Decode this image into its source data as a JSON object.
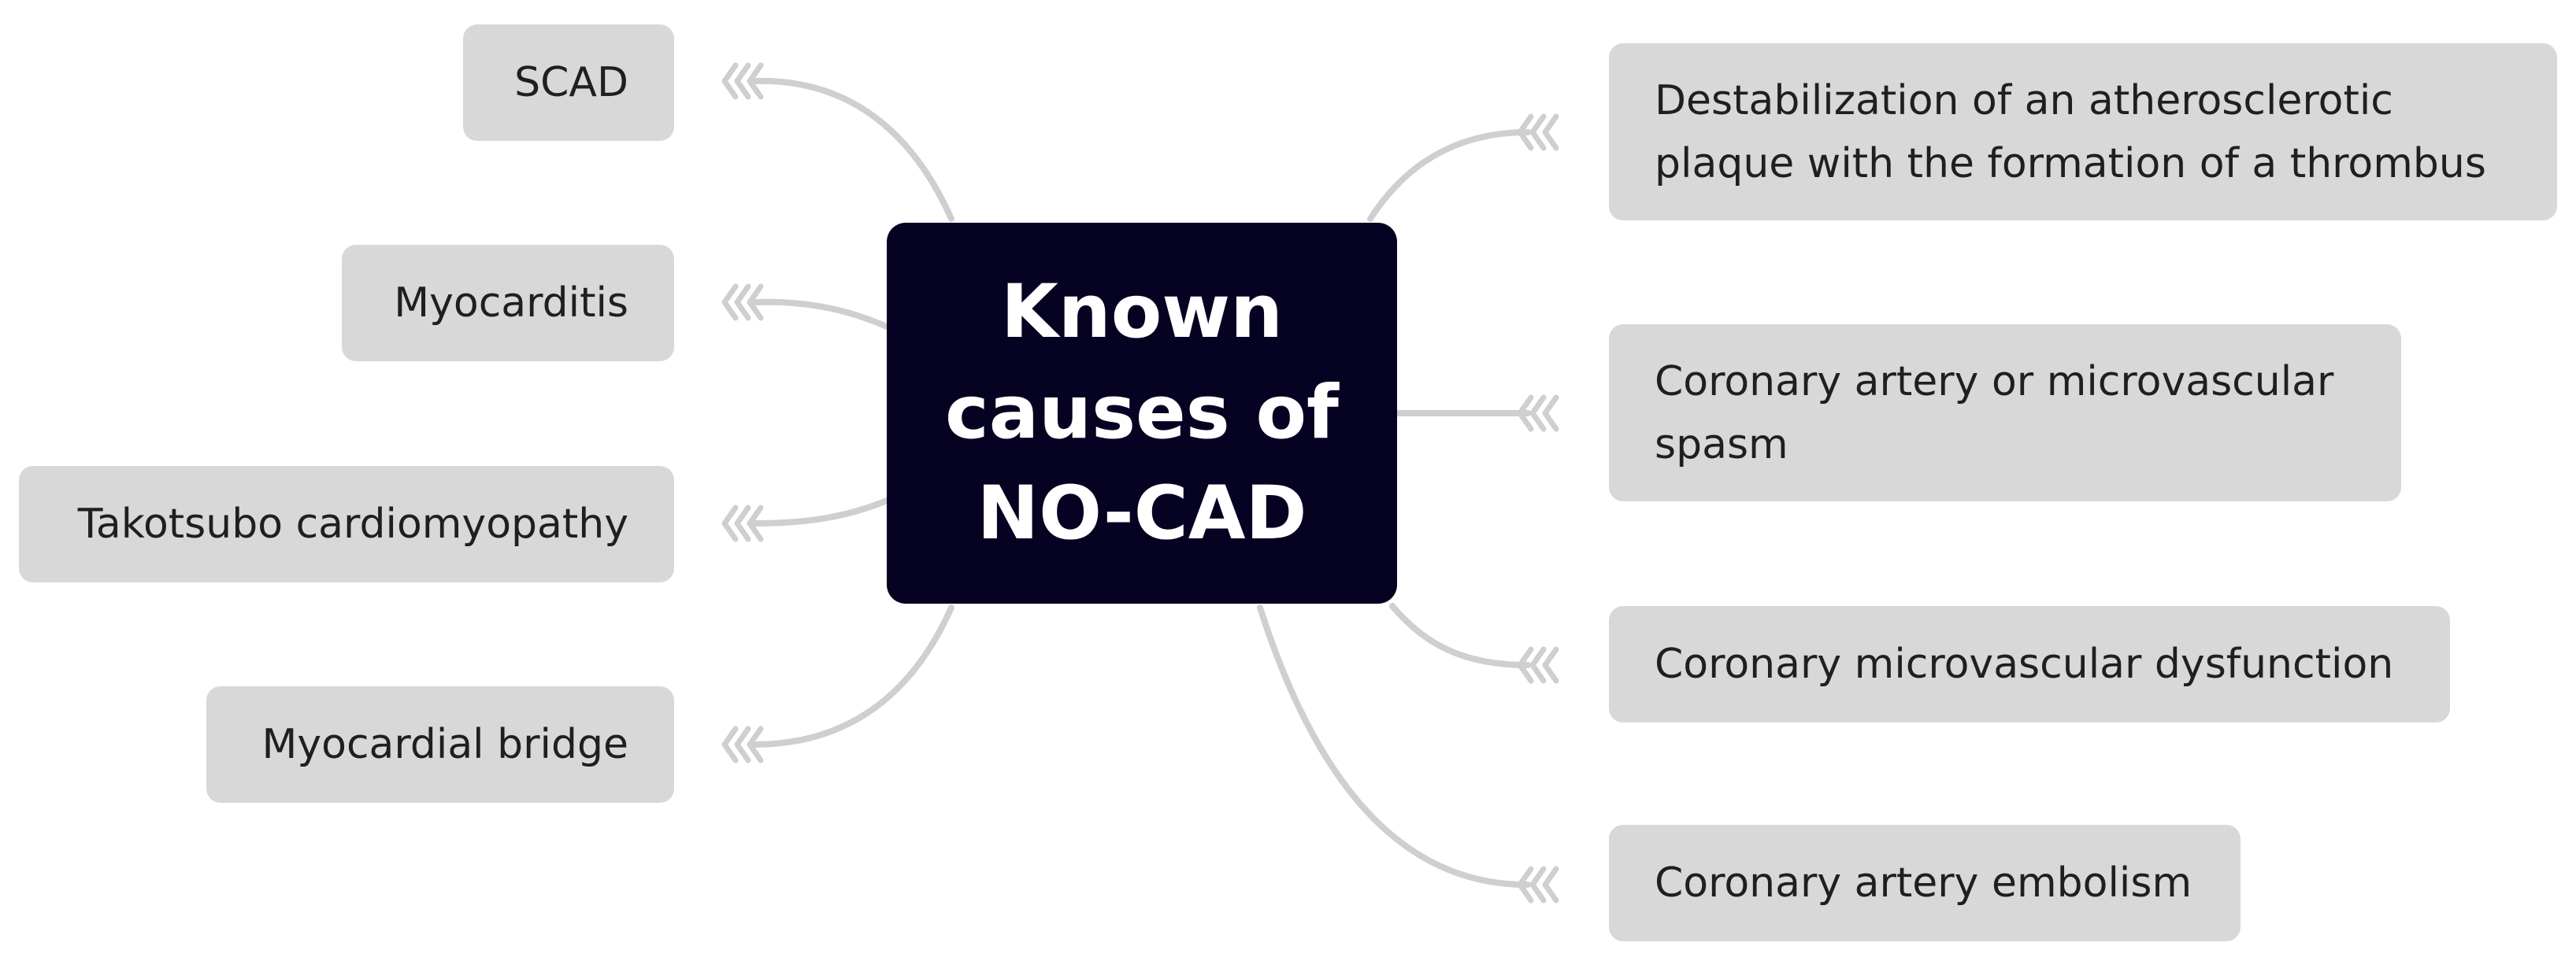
{
  "center": {
    "lines": [
      "Known",
      "causes of",
      "NO-CAD"
    ]
  },
  "left_items": [
    {
      "label": "SCAD"
    },
    {
      "label": "Myocarditis"
    },
    {
      "label": "Takotsubo cardiomyopathy"
    },
    {
      "label": "Myocardial bridge"
    }
  ],
  "right_items": [
    {
      "lines": [
        "Destabilization of an atherosclerotic",
        "plaque with the formation of a thrombus"
      ]
    },
    {
      "lines": [
        "Coronary artery or microvascular",
        "spasm"
      ]
    },
    {
      "lines": [
        "Coronary microvascular dysfunction"
      ]
    },
    {
      "lines": [
        "Coronary artery embolism"
      ]
    }
  ],
  "colors": {
    "center_bg": "#060322",
    "node_bg": "#d8d8d8",
    "connector": "#cfcfcf"
  }
}
